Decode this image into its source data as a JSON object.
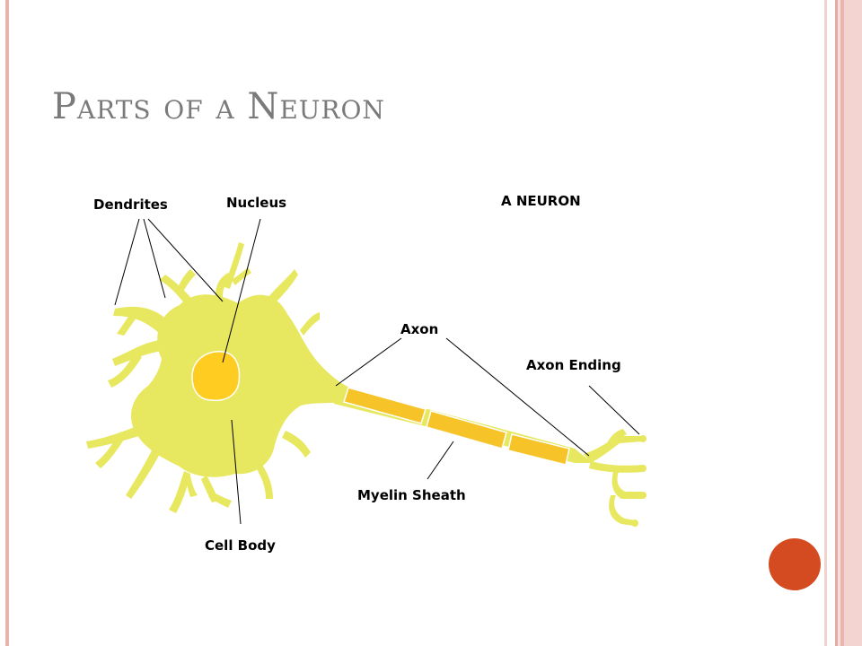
{
  "slide": {
    "title": "Parts of a Neuron",
    "accent_color": "#d54b21"
  },
  "diagram": {
    "heading": "A NEURON",
    "labels": {
      "dendrites": "Dendrites",
      "nucleus": "Nucleus",
      "axon": "Axon",
      "axon_ending": "Axon Ending",
      "myelin_sheath": "Myelin Sheath",
      "cell_body": "Cell Body"
    },
    "colors": {
      "cell": "#e7e85f",
      "nucleus": "#ffcc22",
      "myelin": "#f6c428"
    }
  }
}
